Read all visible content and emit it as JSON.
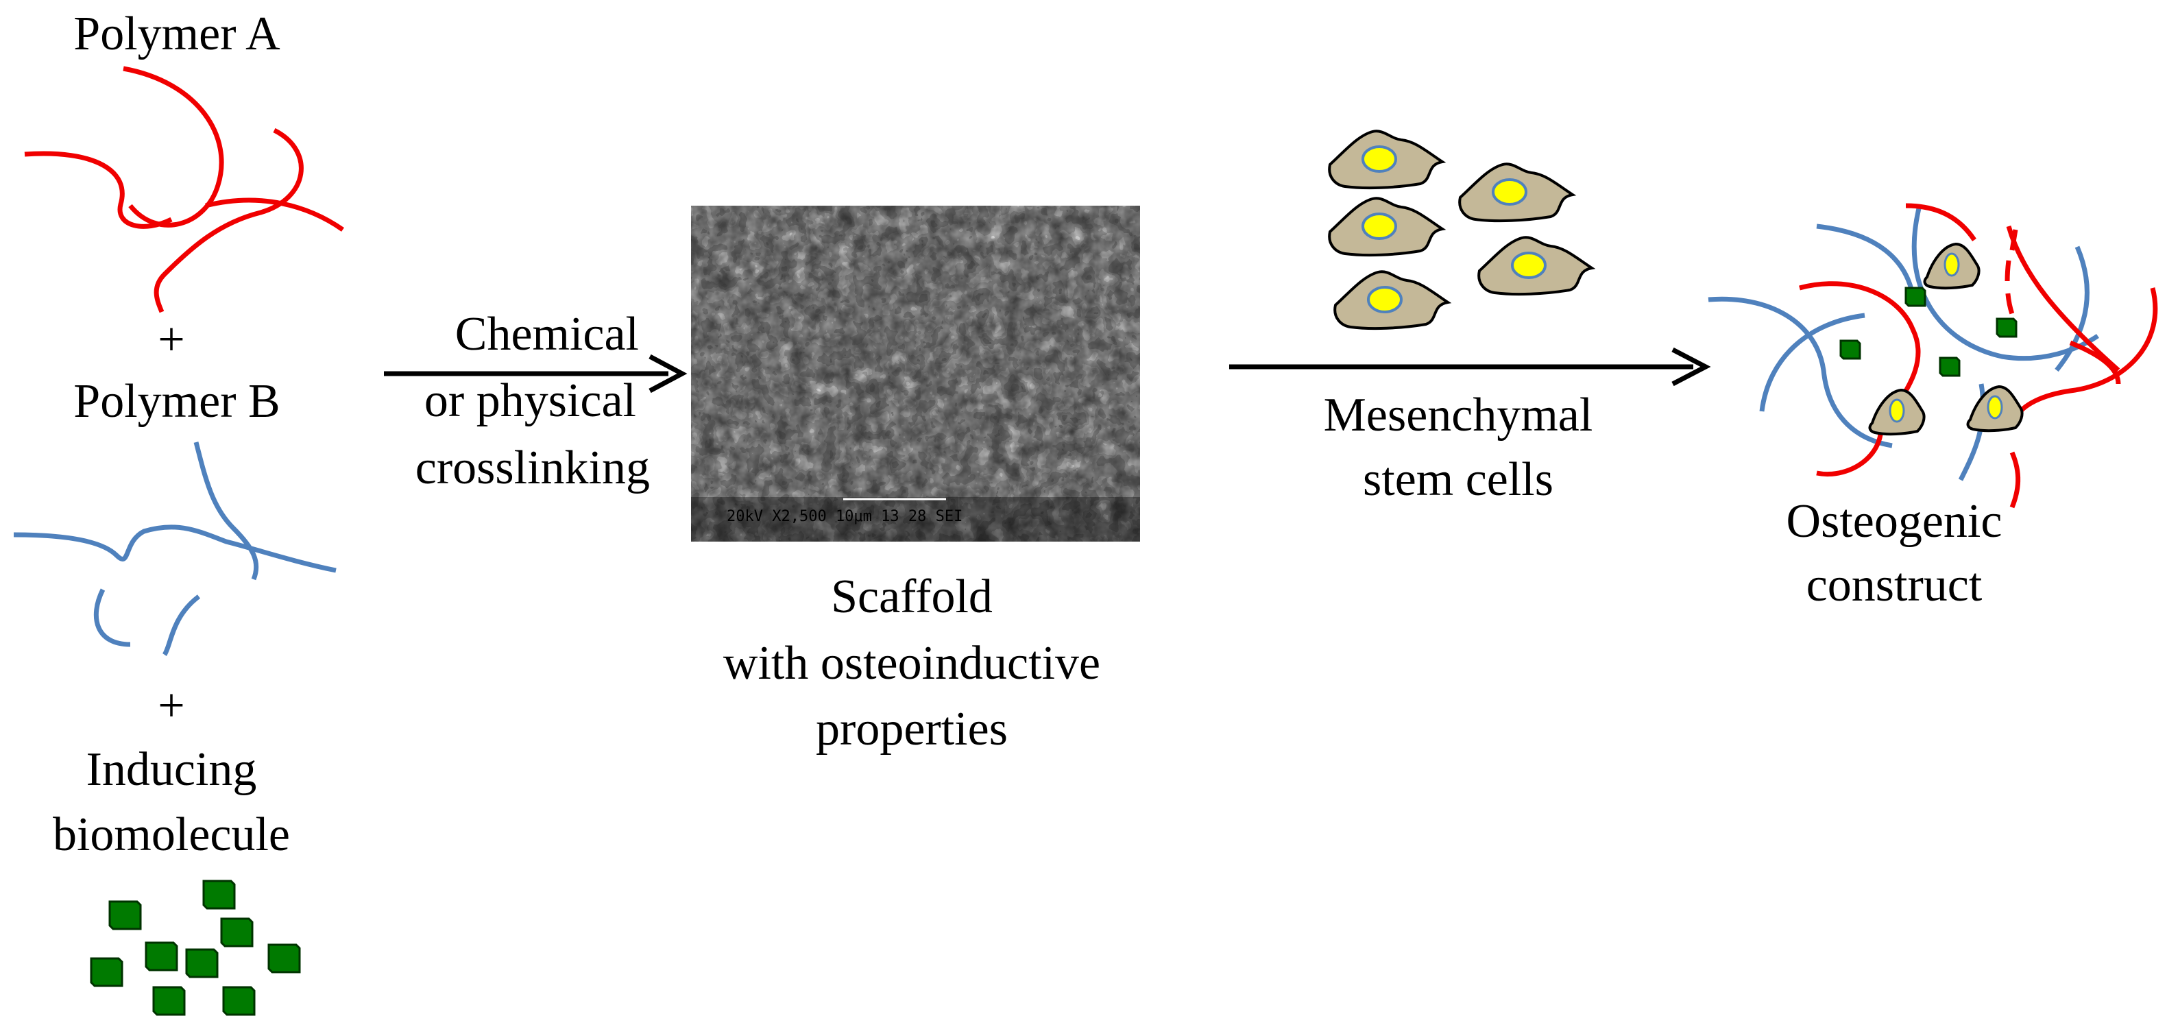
{
  "labels": {
    "polymer_a": "Polymer A",
    "plus_1": "+",
    "polymer_b": "Polymer B",
    "plus_2": "+",
    "inducing_line1": "Inducing",
    "inducing_line2": "biomolecule",
    "crosslink_line1": "Chemical",
    "crosslink_line2": "or physical",
    "crosslink_line3": "crosslinking",
    "scaffold_line1": "Scaffold",
    "scaffold_line2": "with osteoinductive",
    "scaffold_line3": "properties",
    "msc_line1": "Mesenchymal",
    "msc_line2": "stem cells",
    "construct_line1": "Osteogenic",
    "construct_line2": "construct",
    "sem_caption": "20kV  X2,500  10μm    13 28 SEI"
  },
  "colors": {
    "polymer_a": "#f00000",
    "polymer_b": "#4f81bd",
    "biomolecule_fill": "#007a00",
    "biomolecule_stroke": "#003300",
    "cell_fill": "#c4b898",
    "nucleus_fill": "#ffff00",
    "nucleus_stroke": "#4f81bd"
  }
}
